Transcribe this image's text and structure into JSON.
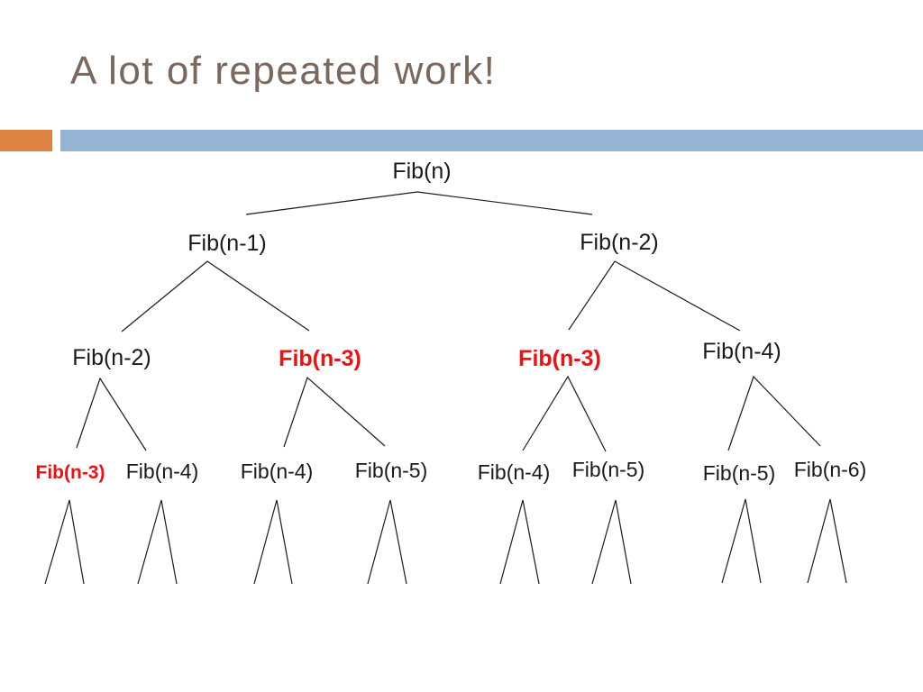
{
  "slide": {
    "title": "A lot of repeated work!",
    "colors": {
      "title_text": "#7b685c",
      "accent_orange": "#dd8344",
      "accent_blue": "#95b3d2",
      "highlight_red": "#ee1111",
      "tree_text": "#1a1a1a"
    }
  },
  "tree": {
    "type": "recursion-tree",
    "description": "Fibonacci call tree showing repeated subproblems; repeated Fib(n-3) calls highlighted in red, unexpanded subtrees drawn as open triangles",
    "level0": [
      {
        "label": "Fib(n)",
        "highlight": false
      }
    ],
    "level1": [
      {
        "label": "Fib(n-1)",
        "highlight": false
      },
      {
        "label": "Fib(n-2)",
        "highlight": false
      }
    ],
    "level2": [
      {
        "label": "Fib(n-2)",
        "highlight": false
      },
      {
        "label": "Fib(n-3)",
        "highlight": true
      },
      {
        "label": "Fib(n-3)",
        "highlight": true
      },
      {
        "label": "Fib(n-4)",
        "highlight": false
      }
    ],
    "level3": [
      {
        "label": "Fib(n-3)",
        "highlight": true
      },
      {
        "label": "Fib(n-4)",
        "highlight": false
      },
      {
        "label": "Fib(n-4)",
        "highlight": false
      },
      {
        "label": "Fib(n-5)",
        "highlight": false
      },
      {
        "label": "Fib(n-4)",
        "highlight": false
      },
      {
        "label": "Fib(n-5)",
        "highlight": false
      },
      {
        "label": "Fib(n-5)",
        "highlight": false
      },
      {
        "label": "Fib(n-6)",
        "highlight": false
      }
    ],
    "unexpanded_subtrees": 8
  }
}
